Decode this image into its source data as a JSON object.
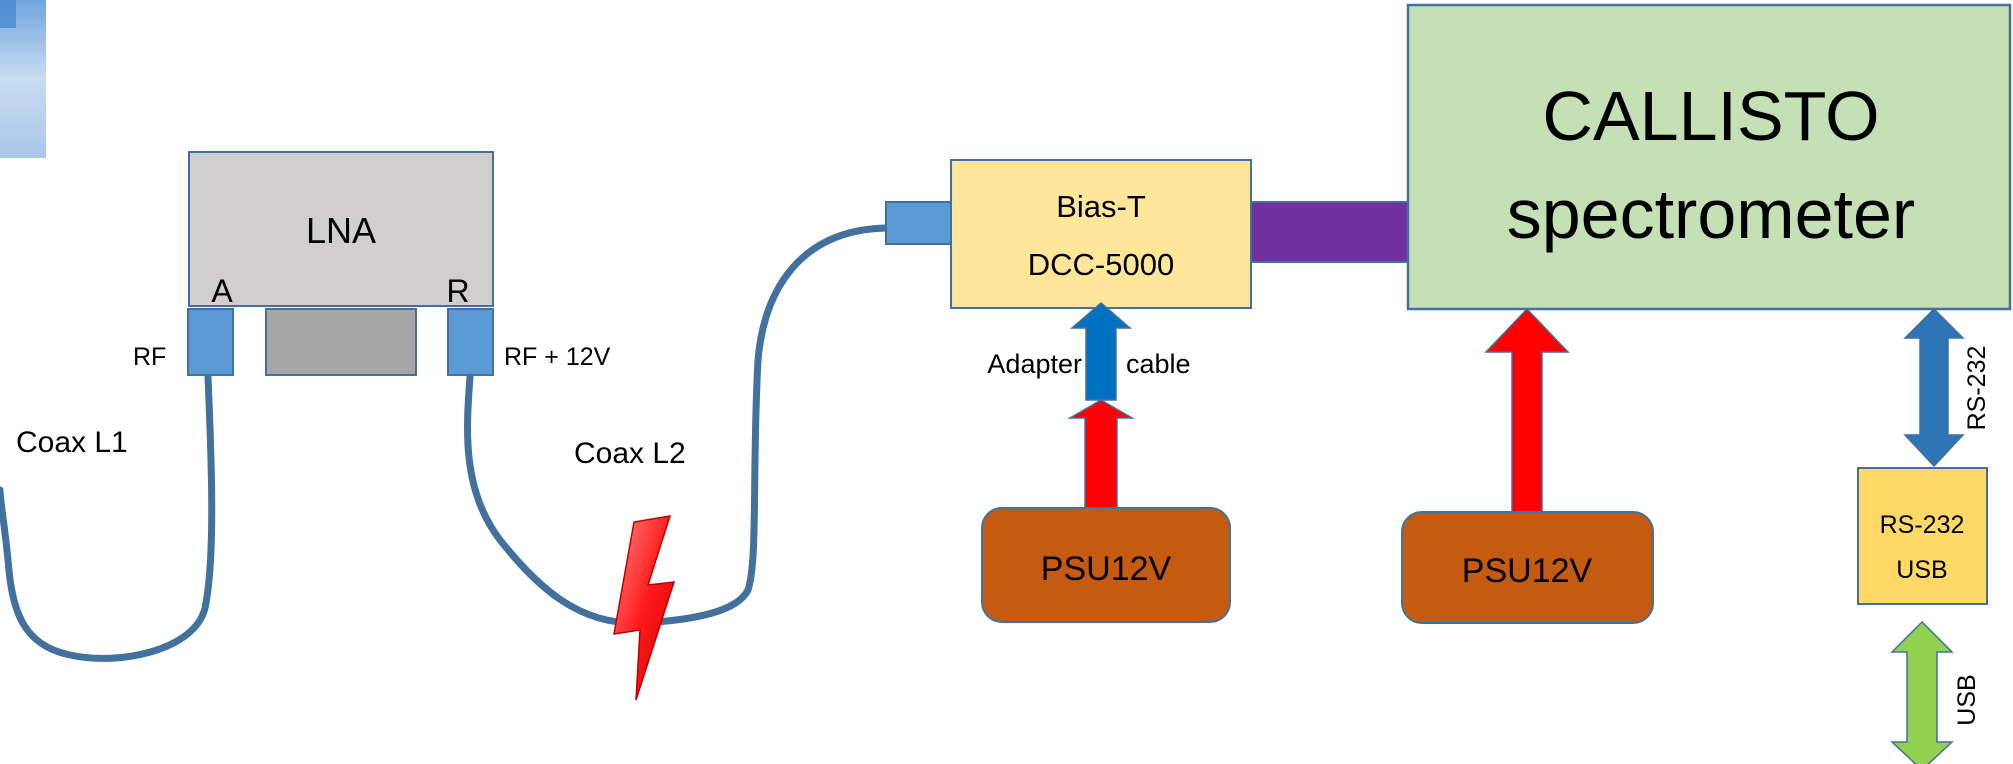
{
  "lna": {
    "title": "LNA",
    "port_a": "A",
    "port_r": "R",
    "rf_label": "RF",
    "rf12_label": "RF + 12V"
  },
  "cables": {
    "coax1": "Coax L1",
    "coax2": "Coax L2"
  },
  "biast": {
    "line1": "Bias-T",
    "line2": "DCC-5000"
  },
  "adapter": {
    "left": "Adapter",
    "right": "cable"
  },
  "callisto": {
    "line1": "CALLISTO",
    "line2": "spectrometer"
  },
  "psu1": {
    "label": "PSU12V"
  },
  "psu2": {
    "label": "PSU12V"
  },
  "rs232": {
    "link": "RS-232",
    "box_line1": "RS-232",
    "box_line2": "USB"
  },
  "usb": {
    "link": "USB"
  },
  "colors": {
    "lna_fill": "#d0cece",
    "lna_text": "#7030a0",
    "connector": "#5b9bd5",
    "cable": "#41719c",
    "biast_fill": "#ffe699",
    "purple_link": "#7030a0",
    "callisto_fill": "#c5e0b4",
    "psu_fill": "#c55a11",
    "power_arrow": "#ff0000",
    "rs232_box": "#ffd966",
    "usb_arrow": "#92d050",
    "bolt": "#ff2020"
  }
}
